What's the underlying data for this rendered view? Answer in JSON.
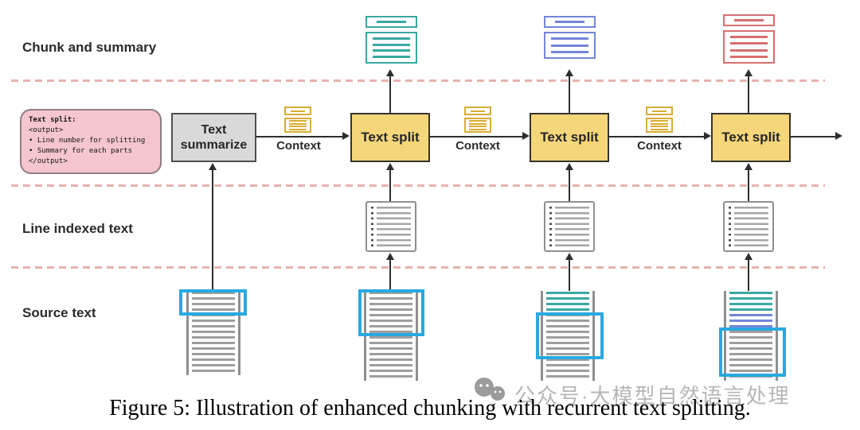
{
  "colors": {
    "teal": "#3aa8a0",
    "blue": "#7486d8",
    "red": "#d66f6f",
    "yellow": "#d9ad33",
    "box-yellow": "#f6d67b",
    "box-yellow-border": "#35332b",
    "gray-fill": "#d9d9d9",
    "gray-border": "#4f4f4f",
    "doc-gray": "#8f8f8f",
    "bar-gray": "#9e9e9e",
    "highlight": "#29a9e1",
    "dashed-pink": "#e6b3af",
    "note-pink": "#f5c6cd",
    "note-border": "#8f7d84",
    "arrow": "#2e2e2e",
    "label": "#2b2b2b",
    "watermark-gray": "#b6b6b6"
  },
  "row_labels": {
    "chunk_summary": "Chunk and summary",
    "line_indexed": "Line indexed text",
    "source": "Source text"
  },
  "note": {
    "title": "Text split:",
    "line1": "<output>",
    "line2": "• Line number for splitting",
    "line3": "• Summary for each parts",
    "line4": "</output>"
  },
  "boxes": {
    "summarize": "Text summarize",
    "split1": "Text split",
    "split2": "Text split",
    "split3": "Text split"
  },
  "context": {
    "label1": "Context",
    "label2": "Context",
    "label3": "Context"
  },
  "watermark": "公众号·大模型自然语言处理",
  "caption": "Figure 5: Illustration of enhanced chunking with recurrent text splitting."
}
